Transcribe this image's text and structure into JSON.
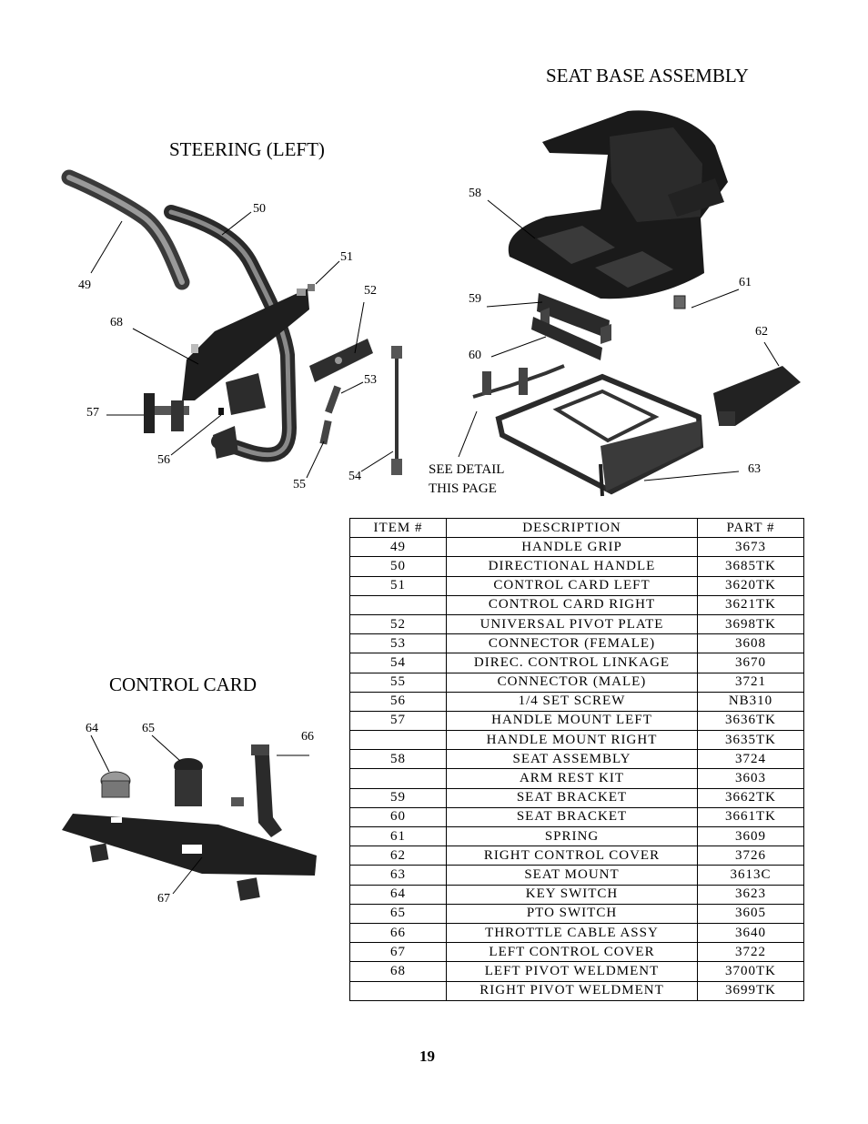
{
  "headings": {
    "seat_base": "SEAT BASE ASSEMBLY",
    "steering": "STEERING (LEFT)",
    "control_card": "CONTROL CARD"
  },
  "callouts": {
    "c49": "49",
    "c50": "50",
    "c51": "51",
    "c52": "52",
    "c53": "53",
    "c54": "54",
    "c55": "55",
    "c56": "56",
    "c57": "57",
    "c58": "58",
    "c59": "59",
    "c60": "60",
    "c61": "61",
    "c62": "62",
    "c63": "63",
    "c64": "64",
    "c65": "65",
    "c66": "66",
    "c67": "67",
    "c68": "68"
  },
  "detail_note": {
    "line1": "SEE DETAIL",
    "line2": "THIS PAGE"
  },
  "table": {
    "headers": [
      "ITEM #",
      "DESCRIPTION",
      "PART #"
    ],
    "rows": [
      [
        "49",
        "HANDLE GRIP",
        "3673"
      ],
      [
        "50",
        "DIRECTIONAL HANDLE",
        "3685TK"
      ],
      [
        "51",
        "CONTROL CARD LEFT",
        "3620TK"
      ],
      [
        "",
        "CONTROL CARD RIGHT",
        "3621TK"
      ],
      [
        "52",
        "UNIVERSAL PIVOT PLATE",
        "3698TK"
      ],
      [
        "53",
        "CONNECTOR (FEMALE)",
        "3608"
      ],
      [
        "54",
        "DIREC. CONTROL LINKAGE",
        "3670"
      ],
      [
        "55",
        "CONNECTOR (MALE)",
        "3721"
      ],
      [
        "56",
        "1/4 SET SCREW",
        "NB310"
      ],
      [
        "57",
        "HANDLE MOUNT LEFT",
        "3636TK"
      ],
      [
        "",
        "HANDLE MOUNT RIGHT",
        "3635TK"
      ],
      [
        "58",
        "SEAT ASSEMBLY",
        "3724"
      ],
      [
        "",
        "ARM REST KIT",
        "3603"
      ],
      [
        "59",
        "SEAT BRACKET",
        "3662TK"
      ],
      [
        "60",
        "SEAT BRACKET",
        "3661TK"
      ],
      [
        "61",
        "SPRING",
        "3609"
      ],
      [
        "62",
        "RIGHT CONTROL COVER",
        "3726"
      ],
      [
        "63",
        "SEAT MOUNT",
        "3613C"
      ],
      [
        "64",
        "KEY SWITCH",
        "3623"
      ],
      [
        "65",
        "PTO SWITCH",
        "3605"
      ],
      [
        "66",
        "THROTTLE CABLE ASSY",
        "3640"
      ],
      [
        "67",
        "LEFT CONTROL COVER",
        "3722"
      ],
      [
        "68",
        "LEFT PIVOT WELDMENT",
        "3700TK"
      ],
      [
        "",
        "RIGHT PIVOT WELDMENT",
        "3699TK"
      ]
    ]
  },
  "page_number": "19"
}
